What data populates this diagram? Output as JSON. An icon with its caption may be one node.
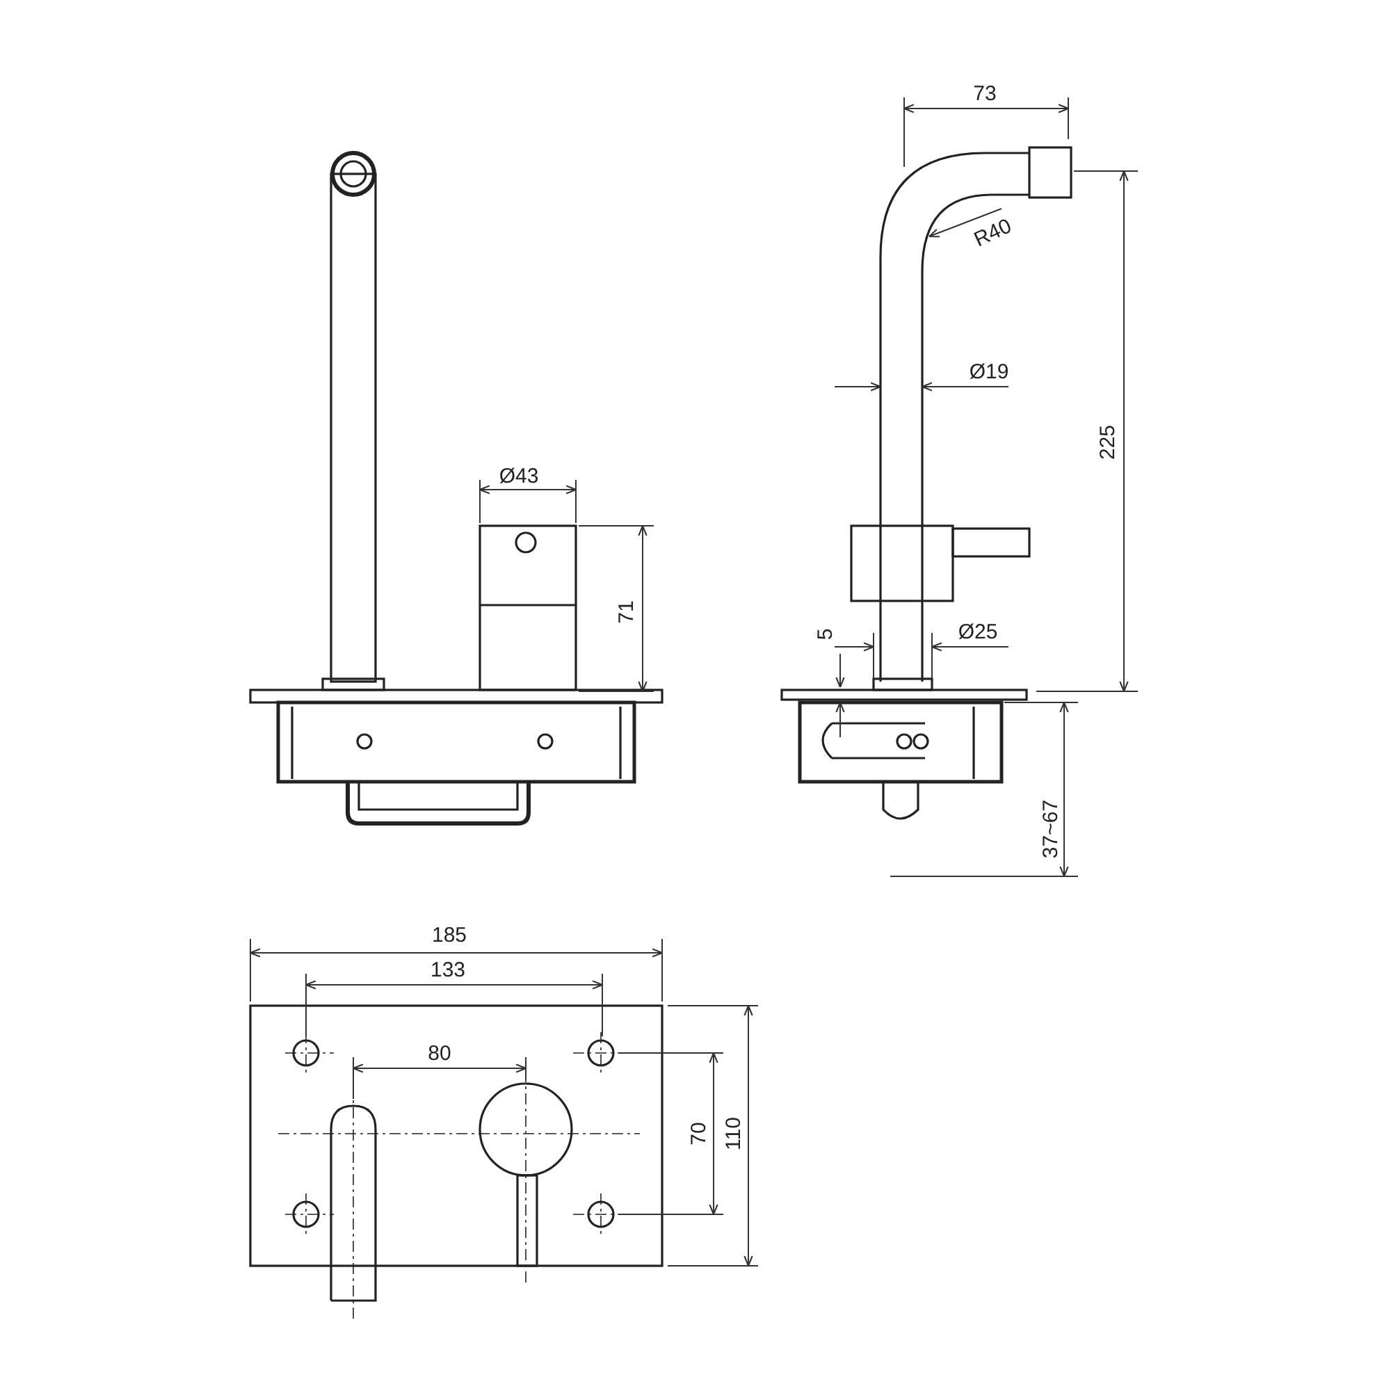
{
  "diagram": {
    "labels": [
      "73",
      "R40",
      "Ø19",
      "225",
      "Ø43",
      "71",
      "5",
      "Ø25",
      "37~67",
      "185",
      "133",
      "80",
      "70",
      "110"
    ]
  }
}
